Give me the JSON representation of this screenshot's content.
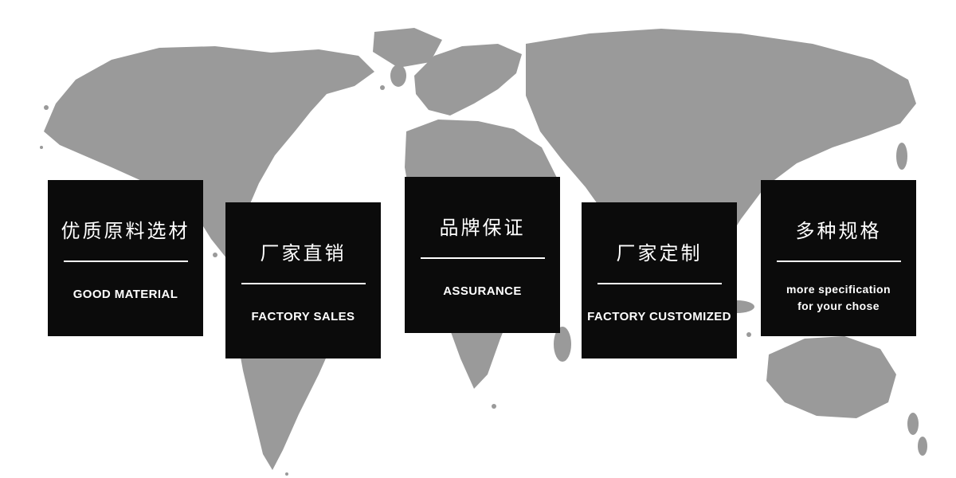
{
  "banner": {
    "cards": [
      {
        "title": "优质原料选材",
        "subtitle": "GOOD MATERIAL"
      },
      {
        "title": "厂家直销",
        "subtitle": "FACTORY SALES"
      },
      {
        "title": "品牌保证",
        "subtitle": "ASSURANCE"
      },
      {
        "title": "厂家定制",
        "subtitle": "FACTORY CUSTOMIZED"
      },
      {
        "title": "多种规格",
        "subtitle": "more specification\nfor your chose"
      }
    ],
    "colors": {
      "card_background": "#0b0b0b",
      "card_text": "#ffffff",
      "map_gray": "#9a9a9a",
      "page_background": "#ffffff"
    }
  }
}
